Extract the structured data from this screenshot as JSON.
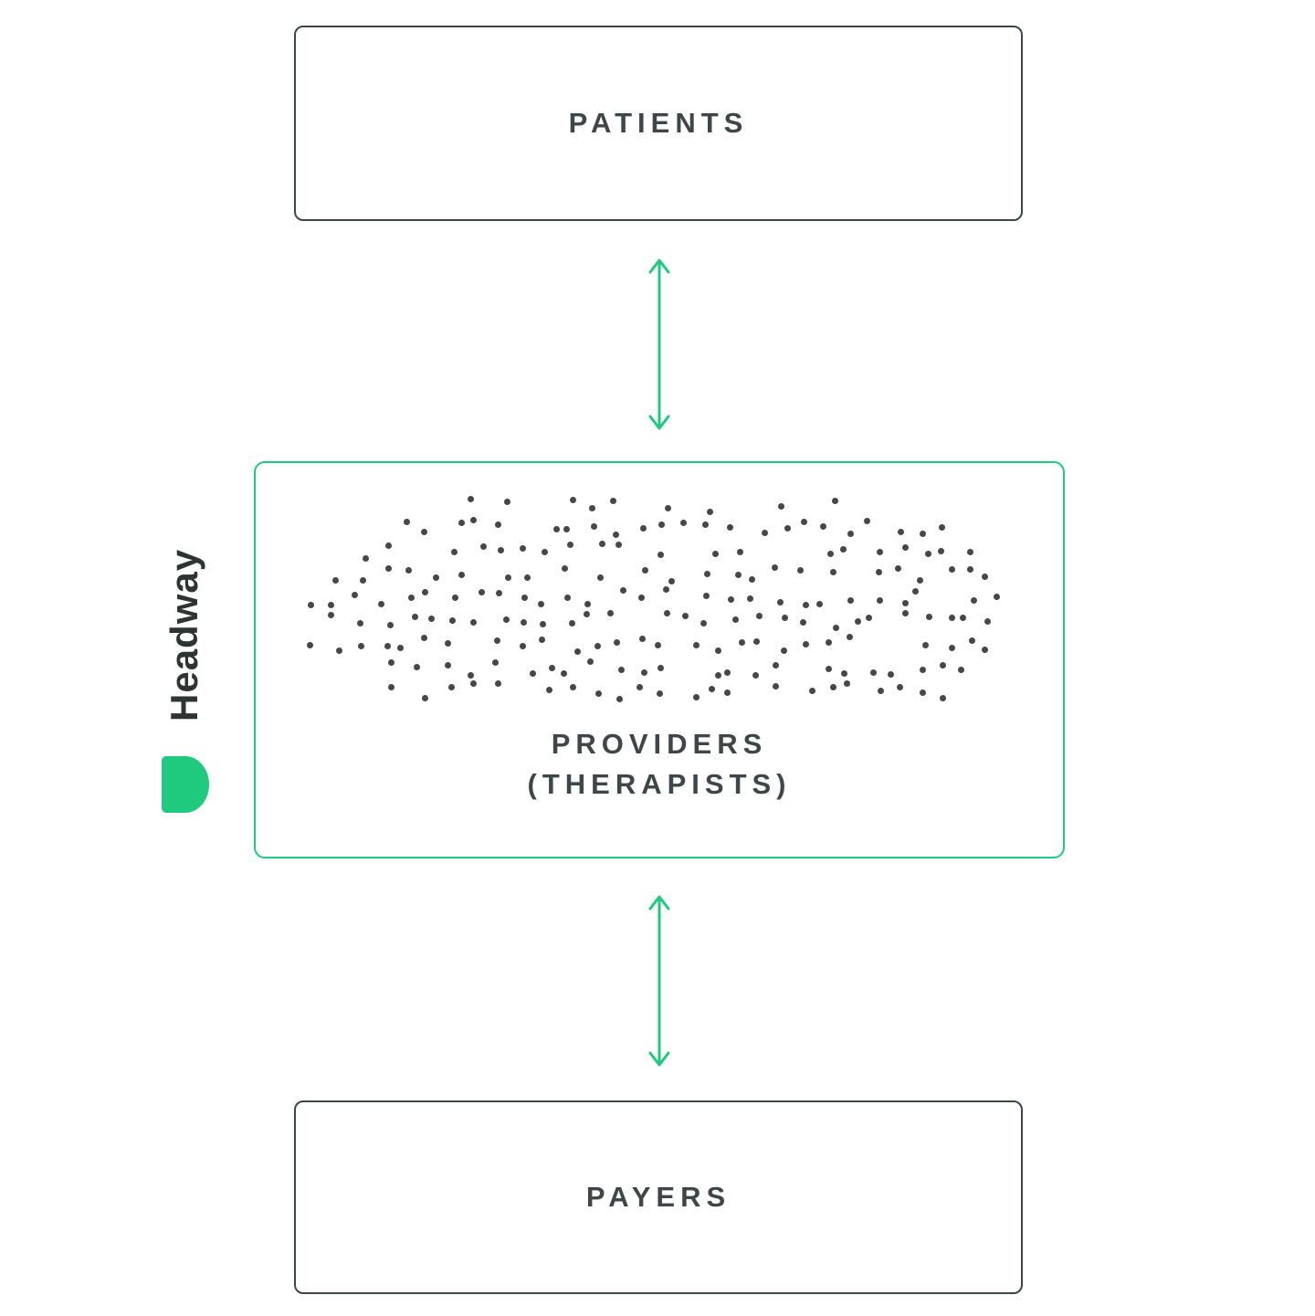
{
  "brand": {
    "name": "Headway",
    "accent_green": "#1FC97E",
    "ink": "#3F4649",
    "logo_mark": "headway-green-blob"
  },
  "nodes": {
    "patients": {
      "label": "PATIENTS"
    },
    "providers": {
      "label_primary": "PROVIDERS",
      "label_secondary": "(THERAPISTS)",
      "dots": {
        "count": 210,
        "color": "#474747"
      }
    },
    "payers": {
      "label": "PAYERS"
    }
  },
  "connectors": [
    {
      "from": "patients",
      "to": "providers",
      "style": "double-arrow",
      "color": "#1FC97E"
    },
    {
      "from": "providers",
      "to": "payers",
      "style": "double-arrow",
      "color": "#1FC97E"
    }
  ]
}
